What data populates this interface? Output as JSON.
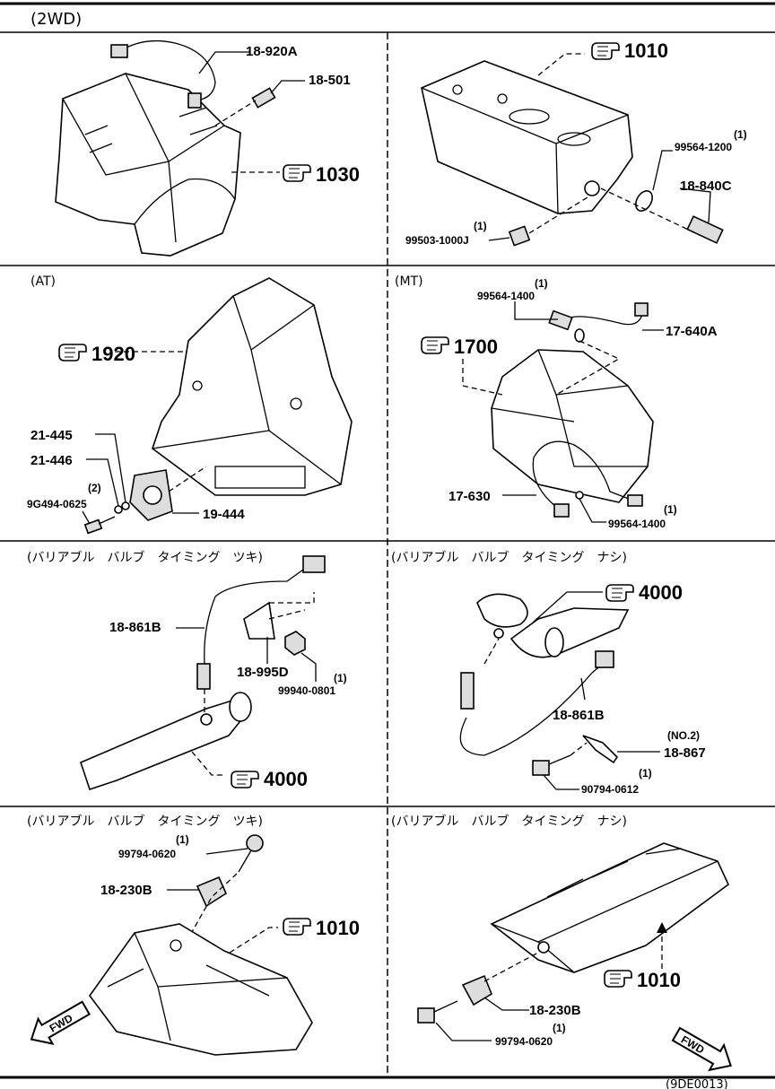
{
  "header": {
    "drive": "(2WD)"
  },
  "panels": {
    "p1": {
      "labels": [
        "18-920A",
        "18-501"
      ],
      "ref": "1030"
    },
    "p2": {
      "ref": "1010",
      "labels": [
        "99564-1200",
        "18-840C",
        "99503-1000J"
      ],
      "qty": [
        "(1)",
        "(1)"
      ]
    },
    "p3": {
      "caption": "(AT)",
      "ref": "1920",
      "labels": [
        "21-445",
        "21-446",
        "9G494-0625",
        "19-444"
      ],
      "qty": [
        "(2)"
      ]
    },
    "p4": {
      "caption": "(MT)",
      "ref": "1700",
      "labels": [
        "99564-1400",
        "17-640A",
        "17-630",
        "99564-1400"
      ],
      "qty": [
        "(1)",
        "(1)"
      ]
    },
    "p5": {
      "caption": "(バリアブル　バルブ　タイミング　ツキ)",
      "ref": "4000",
      "labels": [
        "18-861B",
        "18-995D",
        "99940-0801"
      ],
      "qty": [
        "(1)"
      ]
    },
    "p6": {
      "caption": "(バリアブル　バルブ　タイミング　ナシ)",
      "ref": "4000",
      "labels": [
        "18-861B",
        "18-867",
        "90794-0612"
      ],
      "qty": [
        "(NO.2)",
        "(1)"
      ]
    },
    "p7": {
      "caption": "(バリアブル　バルブ　タイミング　ツキ)",
      "ref": "1010",
      "labels": [
        "99794-0620",
        "18-230B"
      ],
      "qty": [
        "(1)"
      ],
      "fwd": "FWD"
    },
    "p8": {
      "caption": "(バリアブル　バルブ　タイミング　ナシ)",
      "ref": "1010",
      "labels": [
        "18-230B",
        "99794-0620"
      ],
      "qty": [
        "(1)"
      ],
      "fwd": "FWD"
    }
  },
  "footer": {
    "code": "(9DE0013)"
  }
}
